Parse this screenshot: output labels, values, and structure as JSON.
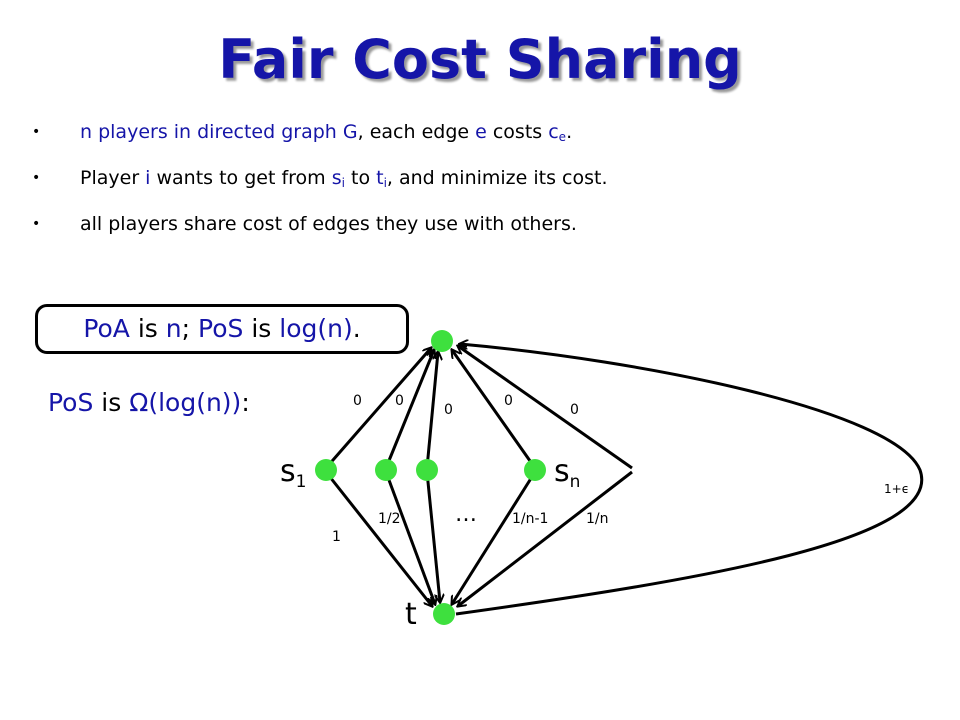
{
  "title": "Fair Cost Sharing",
  "bullets": [
    {
      "parts": [
        {
          "text": "n",
          "style": "blue"
        },
        {
          "text": " players in directed graph ",
          "style": "blue"
        },
        {
          "text": "G",
          "style": "blue"
        },
        {
          "text": ", each edge ",
          "style": "plain"
        },
        {
          "text": "e",
          "style": "blue"
        },
        {
          "text": " costs ",
          "style": "plain"
        },
        {
          "text": "c",
          "style": "blue"
        },
        {
          "text": "e",
          "style": "blue-sub"
        },
        {
          "text": ".",
          "style": "plain"
        }
      ]
    },
    {
      "parts": [
        {
          "text": "Player ",
          "style": "plain"
        },
        {
          "text": "i",
          "style": "blue"
        },
        {
          "text": " wants to get from ",
          "style": "plain"
        },
        {
          "text": "s",
          "style": "blue"
        },
        {
          "text": "i",
          "style": "blue-sub"
        },
        {
          "text": " to ",
          "style": "plain"
        },
        {
          "text": "t",
          "style": "blue"
        },
        {
          "text": "i",
          "style": "blue-sub"
        },
        {
          "text": ", and minimize its cost.",
          "style": "plain"
        }
      ]
    },
    {
      "parts": [
        {
          "text": "all players share cost of edges they use with others.",
          "style": "plain"
        }
      ]
    }
  ],
  "box": {
    "parts": [
      {
        "text": "PoA",
        "style": "blue"
      },
      {
        "text": " is ",
        "style": "plain"
      },
      {
        "text": "n",
        "style": "blue"
      },
      {
        "text": "; ",
        "style": "plain"
      },
      {
        "text": "PoS",
        "style": "blue"
      },
      {
        "text": " is ",
        "style": "plain"
      },
      {
        "text": "log(n)",
        "style": "blue"
      },
      {
        "text": ".",
        "style": "plain"
      }
    ]
  },
  "pos_line": {
    "parts": [
      {
        "text": "PoS",
        "style": "blue"
      },
      {
        "text": " is ",
        "style": "plain"
      },
      {
        "text": "Ω",
        "style": "blue"
      },
      {
        "text": "(log(n))",
        "style": "blue"
      },
      {
        "text": ":",
        "style": "plain"
      }
    ]
  },
  "graph": {
    "node_color": "#3ee03e",
    "node_labels": {
      "s1_main": "s",
      "s1_sub": "1",
      "sn_main": "s",
      "sn_sub": "n",
      "t": "t"
    },
    "top_edge_labels": [
      "0",
      "0",
      "0",
      "0",
      "0"
    ],
    "bottom_edge_labels": [
      "1",
      "1/2",
      "1/n-1",
      "1/n"
    ],
    "ellipsis": "…",
    "curve_label": "1+ϵ"
  }
}
